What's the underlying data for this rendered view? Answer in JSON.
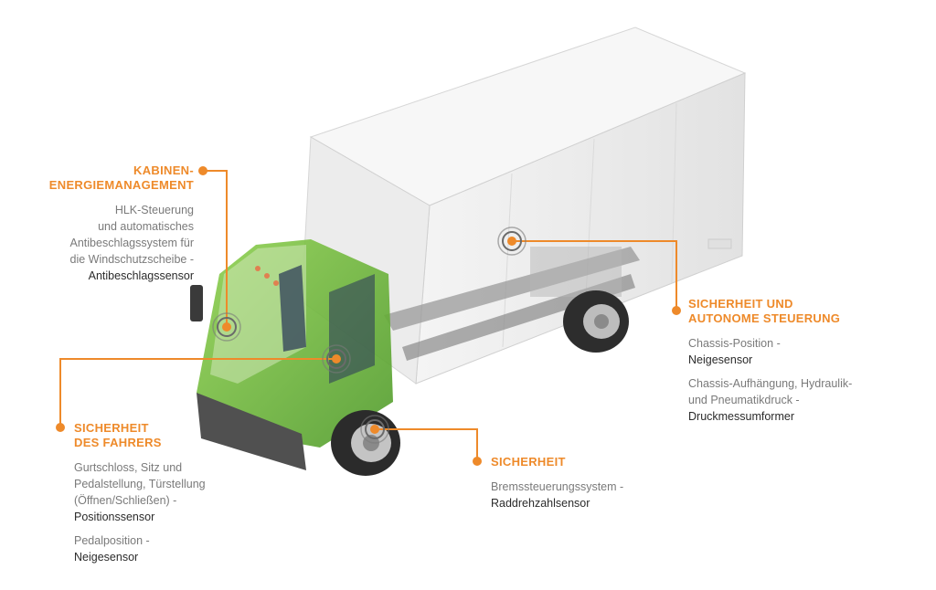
{
  "colors": {
    "accent": "#ee8a2a",
    "cab": "#6fbf3a",
    "box": "#eeeeee",
    "sensor_ring": "#6a6a6a"
  },
  "callouts": {
    "cabin": {
      "title": "KABINEN-\nENERGIEMANAGEMENT",
      "desc": "HLK-Steuerung\nund automatisches\nAntibeschlagssystem für\ndie Windschutzscheibe -",
      "sensor": "Antibeschlagssensor"
    },
    "driver": {
      "title": "SICHERHEIT\nDES FAHRERS",
      "items": [
        {
          "desc": "Gurtschloss, Sitz und\nPedalstellung, Türstellung\n(Öffnen/Schließen) -",
          "sensor": "Positionssensor"
        },
        {
          "desc": "Pedalposition -",
          "sensor": "Neigesensor"
        }
      ]
    },
    "safety": {
      "title": "SICHERHEIT",
      "desc": "Bremssteuerungssystem -",
      "sensor": "Raddrehzahlsensor"
    },
    "autonomous": {
      "title": "SICHERHEIT UND\nAUTONOME STEUERUNG",
      "items": [
        {
          "desc": "Chassis-Position -",
          "sensor": "Neigesensor"
        },
        {
          "desc": "Chassis-Aufhängung, Hydraulik-\nund Pneumatikdruck -",
          "sensor": "Druckmessumformer"
        }
      ]
    }
  }
}
